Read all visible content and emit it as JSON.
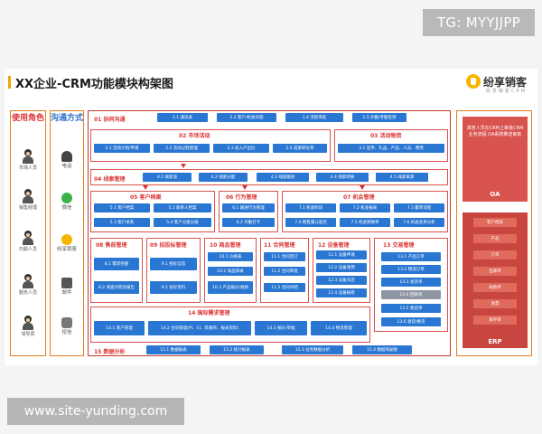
{
  "watermarks": {
    "top": "TG: MYYJJPP",
    "bottom": "www.site-yunding.com"
  },
  "title": "XX企业-CRM功能模块构架图",
  "logo": {
    "name": "纷享销客",
    "sub": "纷享销客CRM"
  },
  "roles": {
    "header": "使用角色",
    "items": [
      "市场人员",
      "销售经理",
      "内勤人员",
      "服务人员",
      "领导层"
    ]
  },
  "channels": {
    "header": "沟通方式",
    "items": [
      "电话",
      "微信",
      "纷享销客",
      "邮件",
      "短信"
    ]
  },
  "modules": {
    "m01": {
      "label": "01 协同沟通",
      "items": [
        "1.1 通讯录",
        "1.2 客户/机会日程",
        "1.4 流程审批",
        "1.5 外勤/考勤签到"
      ]
    },
    "m02": {
      "label": "02 市场活动",
      "items": [
        "2.1 活动计划/申请",
        "2.2 活动过程管理",
        "2.3 投入产出比",
        "2.4 成果转化率"
      ]
    },
    "m03": {
      "label": "03 活动物资",
      "items": [
        "3.1 宣传、礼品、产品、人员、费用"
      ]
    },
    "m04": {
      "label": "04 线索管理",
      "items": [
        "4.1 线索池",
        "4.2 线索分配",
        "4.3 线索跟进",
        "4.4 线索转换",
        "4.5 线索来源"
      ]
    },
    "m05": {
      "label": "05 客户档案",
      "items": [
        "5.1 客户档案",
        "5.2 联系人档案",
        "5.3 客户关系",
        "5.4 客户分类分级"
      ]
    },
    "m06": {
      "label": "06 行为管理",
      "items": [
        "6.1 跟进行为管理",
        "6.2 外勤打卡"
      ]
    },
    "m07": {
      "label": "07 机会管理",
      "items": [
        "7.1 机会阶段",
        "7.2 机会报表",
        "7.3 赢单流程",
        "7.4 销售漏斗监控",
        "7.5 机会转换率",
        "7.6 机会丢单分析"
      ]
    },
    "m08": {
      "label": "08 售前管理",
      "items": [
        "8.1 需求挖掘",
        "8.2 调查问卷及报告"
      ]
    },
    "m09": {
      "label": "09 招投标管理",
      "items": [
        "9.1 招标信息",
        "9.2 投标资料"
      ]
    },
    "m10": {
      "label": "10 商品管理",
      "items": [
        "10.1 价格表",
        "10.2 商品目录",
        "10.3 产品报价/规格"
      ]
    },
    "m11": {
      "label": "11 合同管理",
      "items": [
        "11.1 合同签订",
        "11.2 合同审批",
        "11.3 合同归档"
      ]
    },
    "m12": {
      "label": "12 设备管理",
      "items": [
        "12.1 设备申请",
        "12.2 设备领用",
        "12.3 设备归还",
        "12.4 设备报修"
      ]
    },
    "m13": {
      "label": "13 交易管理",
      "items": [
        "13.1 产品订单",
        "13.2 物流订单",
        "13.3 发货单",
        "13.4 回款单",
        "13.5 售后单",
        "13.6 退货/换货"
      ]
    },
    "m14": {
      "label": "14 国际需求管理",
      "items": [
        "14.1 客户管理",
        "14.2 合同管理(PI、CI、装箱单、报关资料)",
        "14.3 报价/单据",
        "14.4 物流管理"
      ]
    },
    "m15": {
      "label": "15 数据分析",
      "items": [
        "15.1 数据报表",
        "15.2 统计报表",
        "15.3 业务数据分析",
        "15.4 数据驾驶舱"
      ]
    }
  },
  "right": {
    "oa_text": "高管人员在CRM上审批CRM业务流程  OA系统推送审批",
    "oa_label": "OA",
    "erp_items": [
      "客户档案",
      "产品",
      "订单",
      "出库单",
      "收款单",
      "发票",
      "库存单"
    ],
    "erp_label": "ERP"
  }
}
